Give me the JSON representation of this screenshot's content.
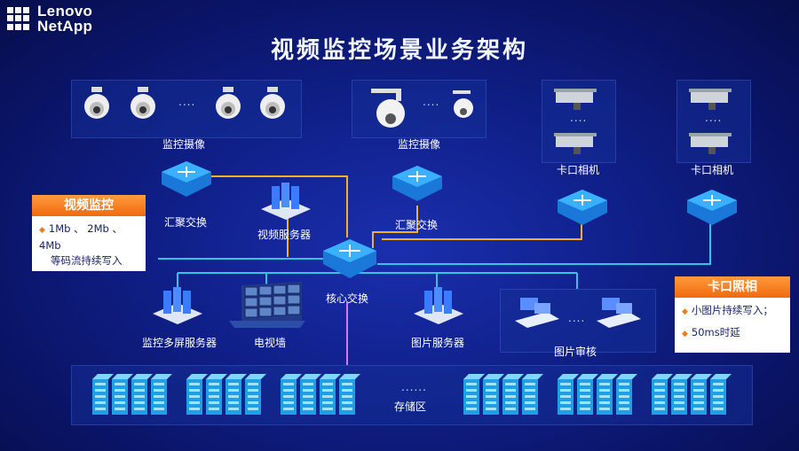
{
  "logo": {
    "line1": "Lenovo",
    "line2": "NetApp"
  },
  "title": "视频监控场景业务架构",
  "nodes": {
    "cam_group1_label": "监控摄像",
    "cam_group2_label": "监控摄像",
    "kakou1_label": "卡口相机",
    "kakou2_label": "卡口相机",
    "agg_switch1": "汇聚交换",
    "agg_switch2": "汇聚交换",
    "video_server": "视频服务器",
    "core_switch": "核心交换",
    "multiscreen_server": "监控多屏服务器",
    "tv_wall": "电视墙",
    "image_server": "图片服务器",
    "image_review": "图片审核",
    "storage": "存储区",
    "ellipsis": "....",
    "storage_ellipsis": "......"
  },
  "callouts": {
    "video": {
      "title": "视频监控",
      "items": [
        "1Mb 、 2Mb 、 4Mb",
        "等码流持续写入"
      ]
    },
    "kakou": {
      "title": "卡口照相",
      "items": [
        "小图片持续写入；",
        "50ms时延"
      ]
    }
  },
  "colors": {
    "link_yellow": "#f3b120",
    "link_cyan": "#36c3e6",
    "link_violet": "#d07bf0",
    "callout_orange": "#f07a20"
  }
}
